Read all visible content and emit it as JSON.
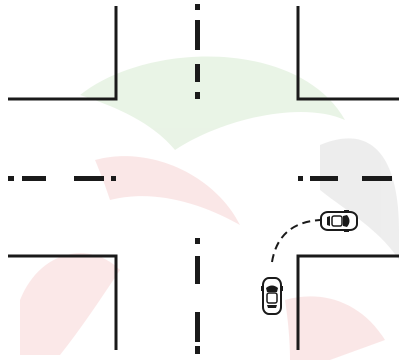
{
  "diagram": {
    "type": "intersection-turn",
    "vehicles": [
      {
        "id": "car-start",
        "icon": "car-top-view-icon",
        "heading": "up"
      },
      {
        "id": "car-end",
        "icon": "car-top-view-icon",
        "heading": "right"
      }
    ],
    "maneuver": "right-turn",
    "colors": {
      "lines": "#1a1a1a",
      "background": "#ffffff",
      "watermark_green": "#cfe6c8",
      "watermark_red": "#f6cccc",
      "watermark_gray": "#d9d9d9"
    }
  }
}
